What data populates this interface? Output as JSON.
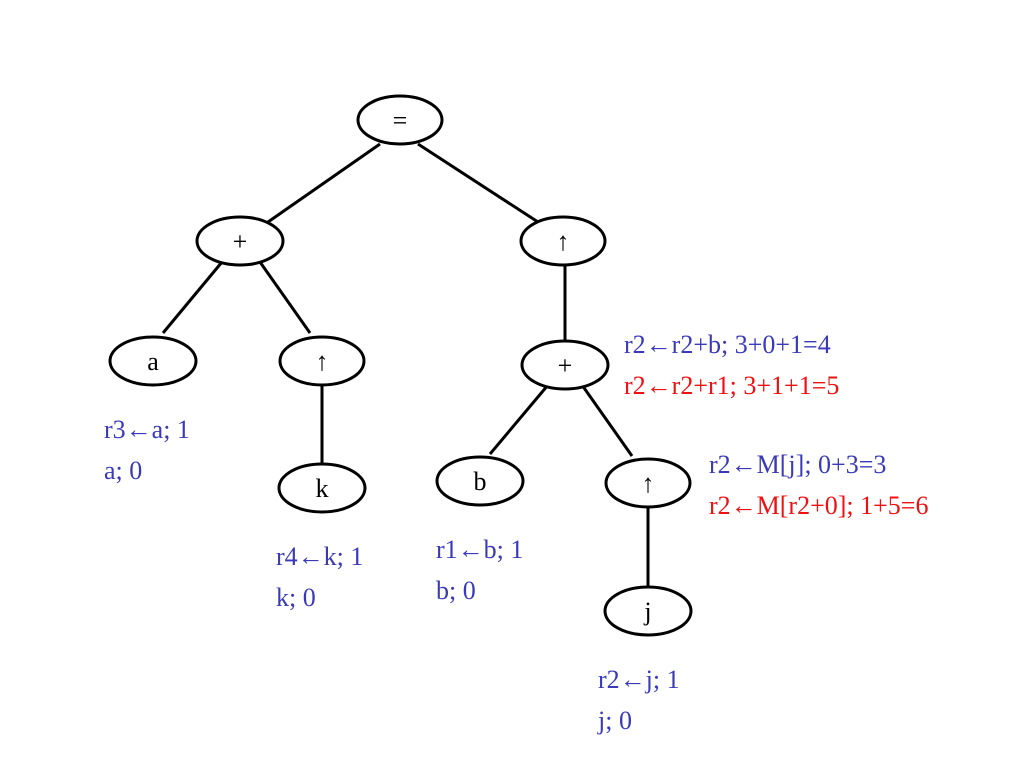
{
  "colors": {
    "annotation_blue": "#3a3ab8",
    "annotation_red": "#ee1111",
    "stroke": "#000000",
    "fill": "#ffffff"
  },
  "nodes": {
    "root": "=",
    "plus_left": "+",
    "deref_right": "↑",
    "a": "a",
    "deref_k": "↑",
    "k": "k",
    "plus_mid": "+",
    "b": "b",
    "deref_j": "↑",
    "j": "j"
  },
  "annotations": {
    "a": {
      "line1": "r3←a; 1",
      "line2": "a; 0"
    },
    "k": {
      "line1": "r4←k; 1",
      "line2": "k; 0"
    },
    "b": {
      "line1": "r1←b; 1",
      "line2": "b; 0"
    },
    "j": {
      "line1": "r2←j; 1",
      "line2": "j; 0"
    },
    "plus_mid": {
      "line1": "r2←r2+b; 3+0+1=4",
      "line2": "r2←r2+r1; 3+1+1=5"
    },
    "deref_j": {
      "line1": "r2←M[j]; 0+3=3",
      "line2": "r2←M[r2+0]; 1+5=6"
    }
  }
}
